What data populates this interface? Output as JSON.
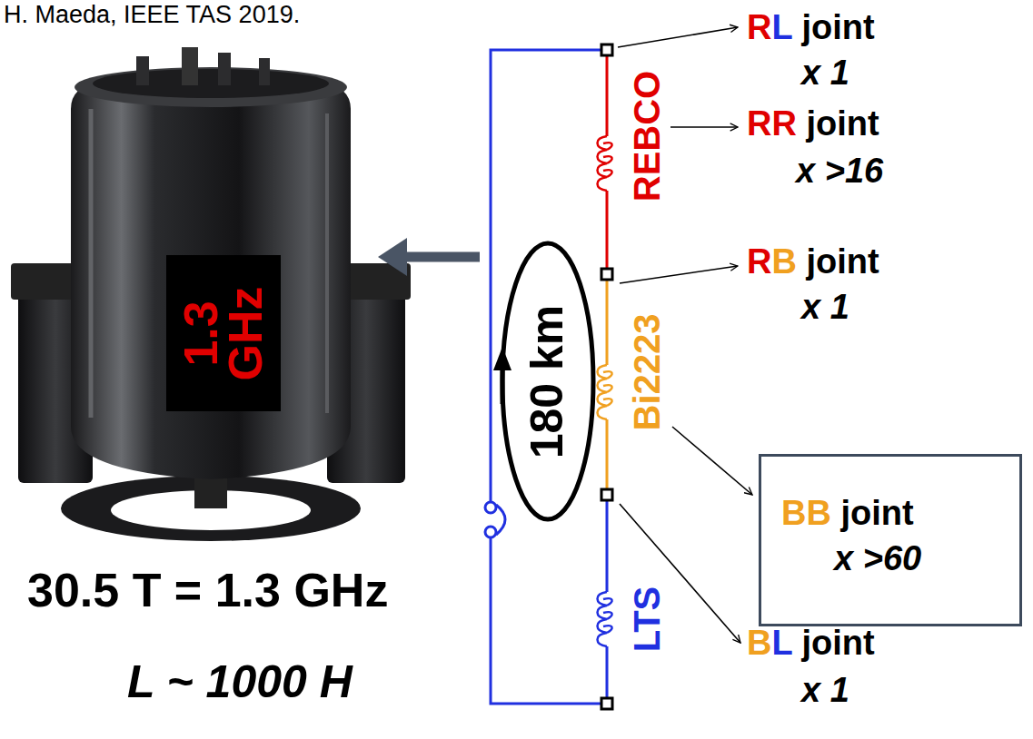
{
  "diagram": {
    "nodes": [
      {
        "text": [
          "1.3 GHz"
        ]
      },
      {
        "text": [
          "BB joint",
          "x >60"
        ]
      }
    ],
    "labels": [
      "H. Maeda, IEEE TAS 2019.",
      "REBCO",
      "Bi2223",
      "LTS",
      "180 km",
      "RL joint",
      "x 1",
      "RR joint",
      "x >16",
      "RB joint",
      "x 1",
      "BL joint",
      "x 1",
      "30.5 T = 1.3 GHz",
      "L ~ 1000 H"
    ]
  }
}
